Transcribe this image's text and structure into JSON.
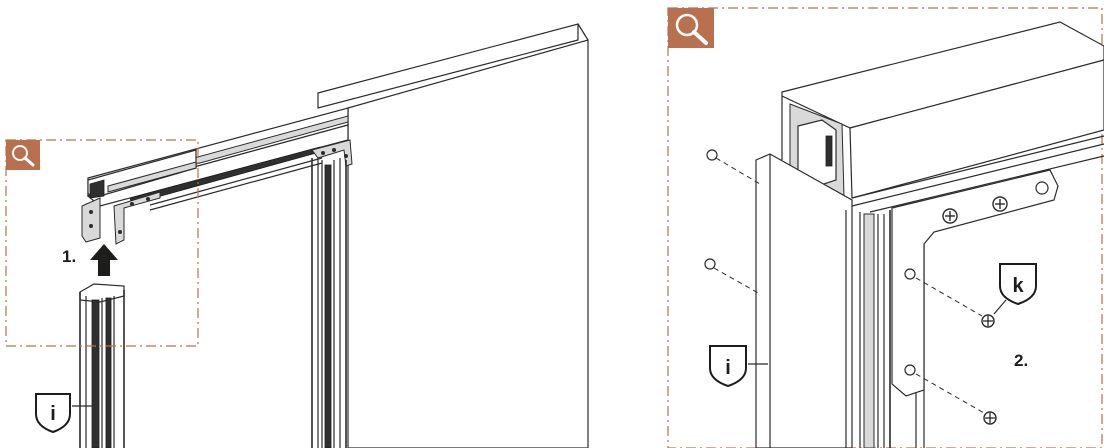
{
  "colors": {
    "magnifier_bg": "#b8704f",
    "frame_dash": "#b8704f",
    "line": "#2b2b2b"
  },
  "icons": [
    "magnifier-icon",
    "arrow-up-icon",
    "info-badge-icon",
    "tool-k-badge-icon",
    "screw-icon"
  ],
  "left_detail": {
    "step_label": "1.",
    "info_badge": "i"
  },
  "right_detail": {
    "step_label": "2.",
    "info_badge": "i",
    "tool_badge": "k"
  }
}
